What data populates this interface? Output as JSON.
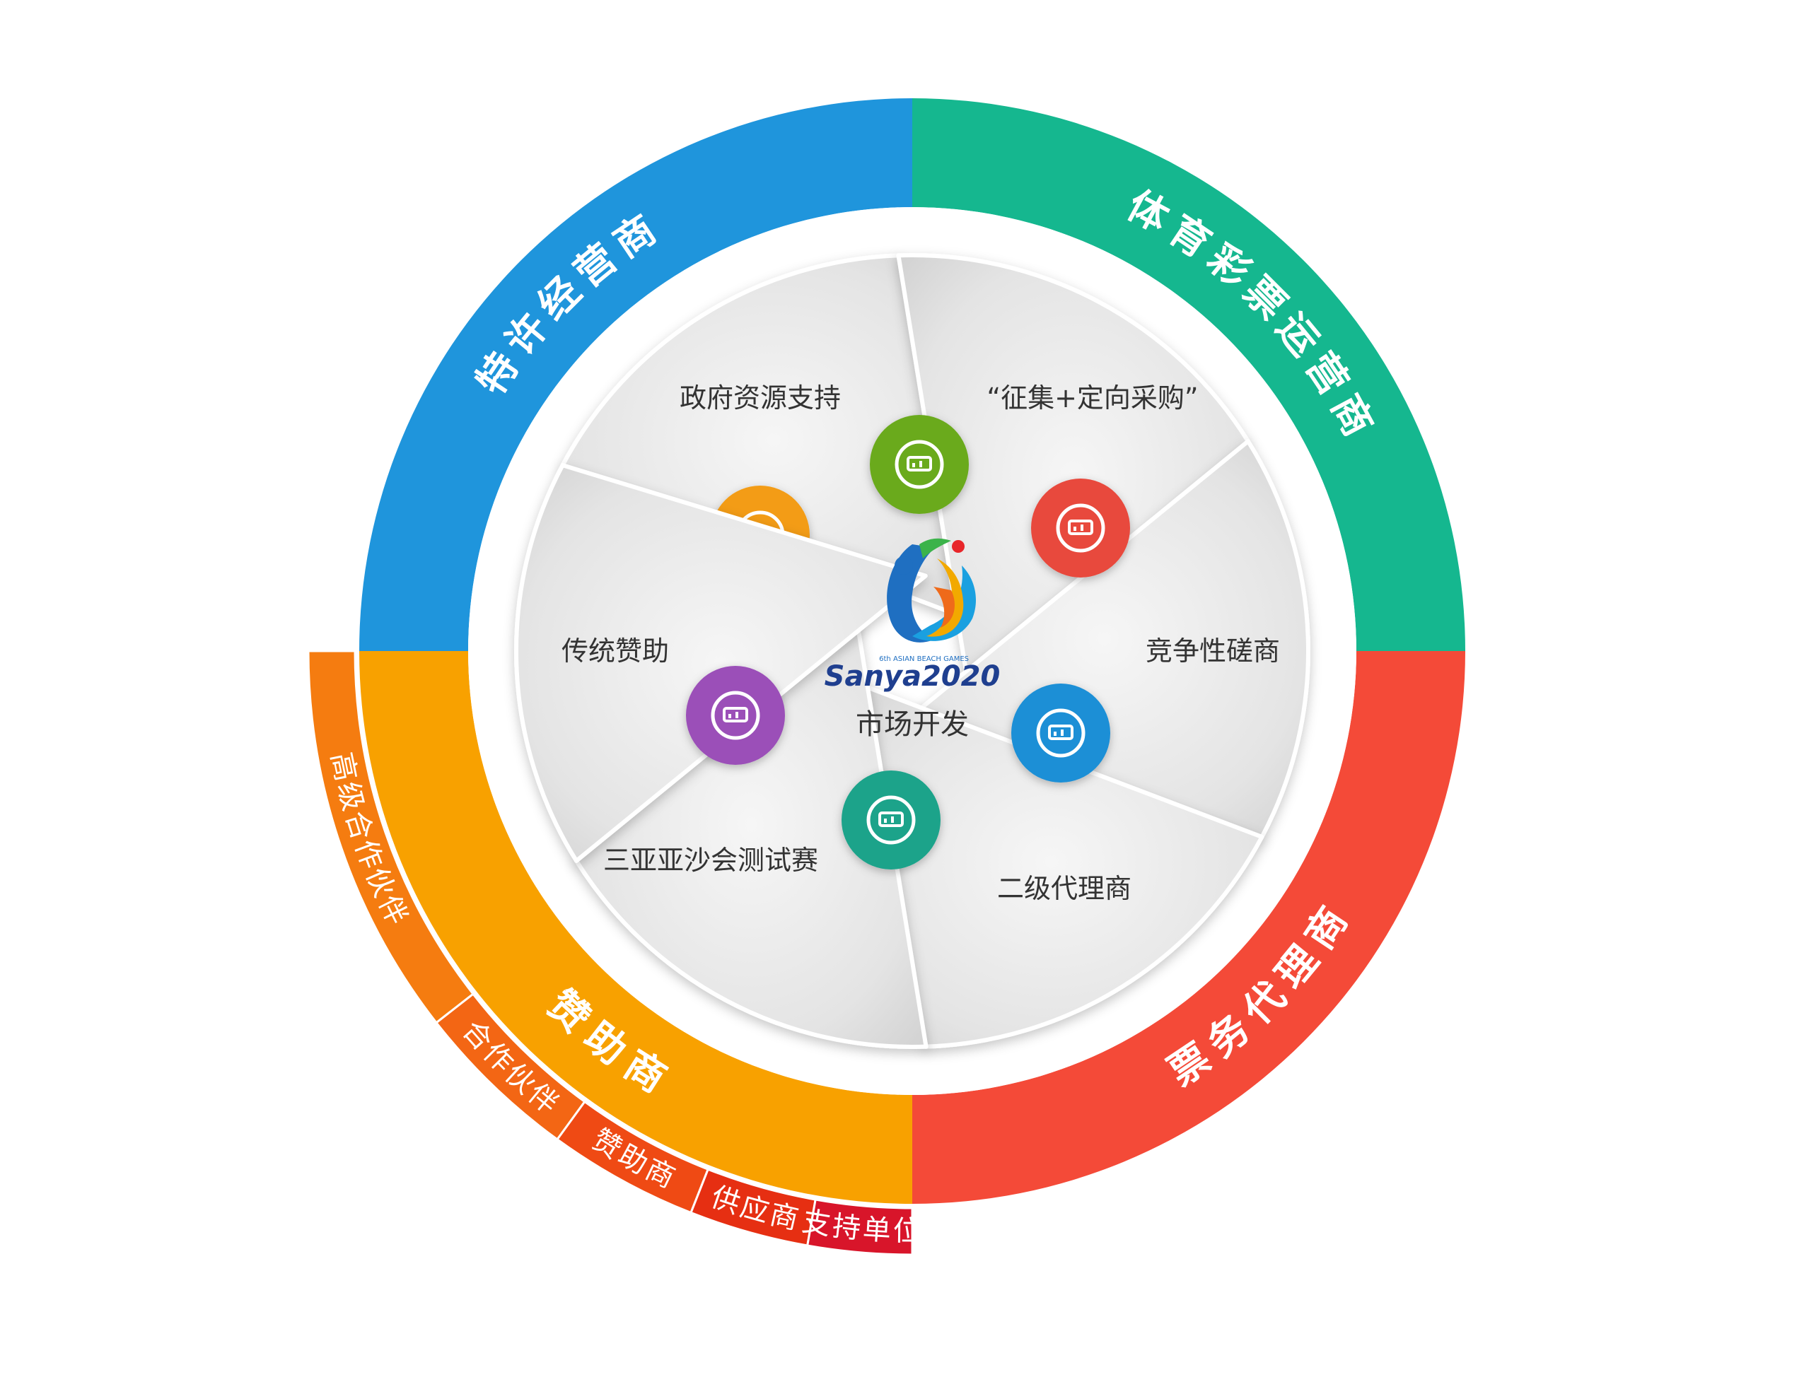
{
  "center": {
    "title": "市场开发",
    "logo_text": "Sanya2020",
    "logo_subtext": "6th ASIAN BEACH GAMES"
  },
  "ring": [
    {
      "label": "特许经营商",
      "color": "#1f95dc"
    },
    {
      "label": "体育彩票运营商",
      "color": "#15b78f"
    },
    {
      "label": "票务代理商",
      "color": "#f44a38"
    },
    {
      "label": "赞助商",
      "color": "#f8a100"
    }
  ],
  "sponsor_tiers": [
    {
      "label": "高级合作伙伴",
      "color": "#f57c10"
    },
    {
      "label": "合作伙伴",
      "color": "#f36614"
    },
    {
      "label": "赞助商",
      "color": "#ef4a14"
    },
    {
      "label": "供应商",
      "color": "#e62f12"
    },
    {
      "label": "支持单位",
      "color": "#d8152a"
    }
  ],
  "blades": [
    {
      "label": "政府资源支持",
      "icon": "refresh-cycle-icon",
      "icon_color": "#f39c12"
    },
    {
      "label": "“征集+定向采购”",
      "icon": "monitor-chart-icon",
      "icon_color": "#6aaa1e"
    },
    {
      "label": "竞争性磋商",
      "icon": "target-chart-icon",
      "icon_color": "#e84a3d"
    },
    {
      "label": "二级代理商",
      "icon": "presentation-icon",
      "icon_color": "#1b8fd6"
    },
    {
      "label": "三亚亚沙会测试赛",
      "icon": "pie-monitor-icon",
      "icon_color": "#1aa38a"
    },
    {
      "label": "传统赞助",
      "icon": "aperture-icon",
      "icon_color": "#9b4fb8"
    }
  ]
}
